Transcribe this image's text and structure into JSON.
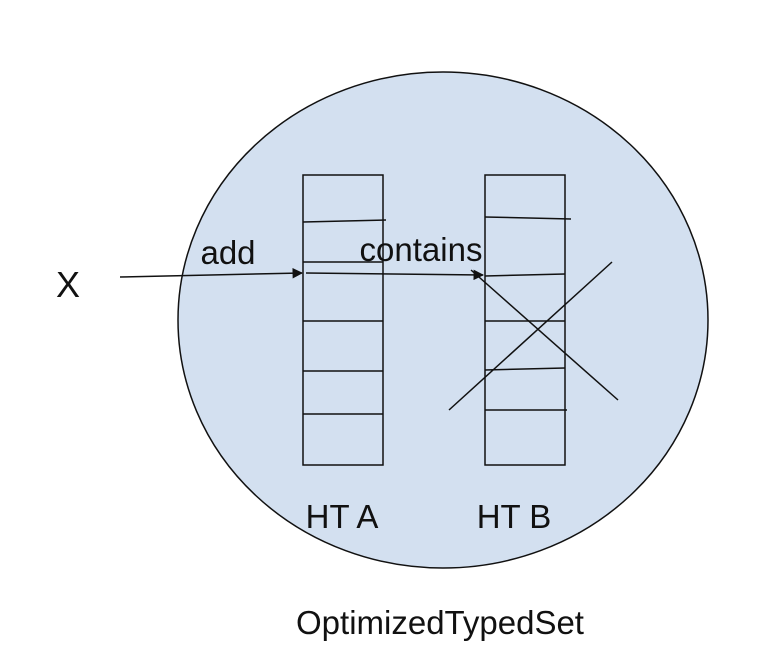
{
  "diagram": {
    "input_label": "X",
    "add_label": "add",
    "contains_label": "contains",
    "table_a_label": "HT A",
    "table_b_label": "HT B",
    "container_label": "OptimizedTypedSet"
  },
  "colors": {
    "container_fill": "#d3e0f0",
    "stroke": "#111111"
  }
}
